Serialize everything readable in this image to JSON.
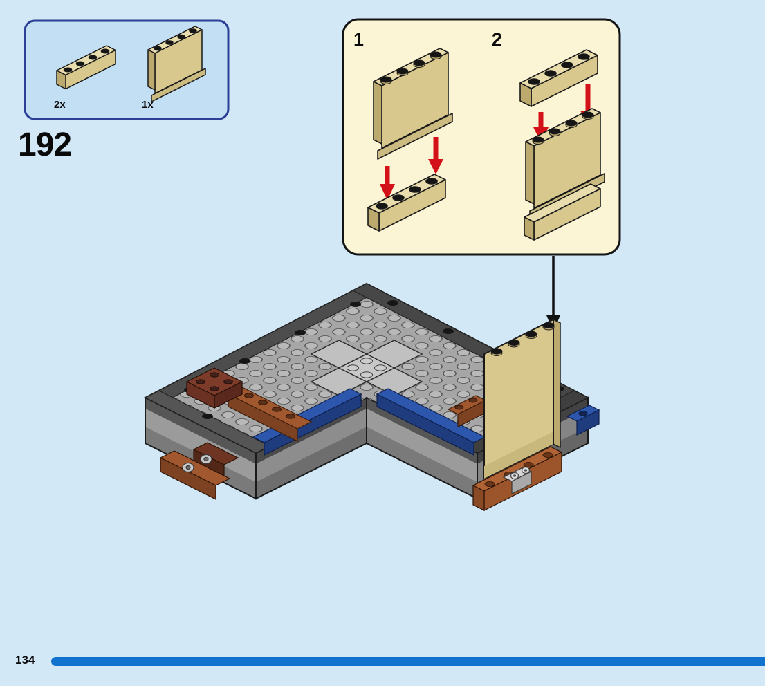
{
  "page": {
    "background_color": "#d2e8f7",
    "number": "134",
    "footer_bar_color": "#1273cf"
  },
  "step": {
    "number": "192"
  },
  "parts_callout": {
    "background_color": "#c2dff4",
    "border_color": "#2b3f96",
    "items": [
      {
        "count": "2x",
        "part": "brick-1x4-tan"
      },
      {
        "count": "1x",
        "part": "panel-1x4x3-tan"
      }
    ]
  },
  "substeps_callout": {
    "background_color": "#fcf5d5",
    "border_color": "#141414",
    "arrow_color": "#d21118",
    "steps": [
      {
        "label": "1",
        "action": "place-panel-1x4x3-on-brick-1x4"
      },
      {
        "label": "2",
        "action": "place-brick-1x4-on-panel-assembly"
      }
    ]
  },
  "build": {
    "description": "L-shaped gray plate assembly with blue and brown bricks and tan panel wall",
    "piece_colors": {
      "tan": "#d8c88e",
      "tan_light": "#e9ddad",
      "tan_dark": "#bba96e",
      "plate_light_gray": "#a6a6a6",
      "plate_dark_gray": "#4d4d4d",
      "blue": "#2c57ad",
      "brown": "#a2582e",
      "dark_brown": "#7d3b2a",
      "stud_black": "#151515"
    }
  }
}
